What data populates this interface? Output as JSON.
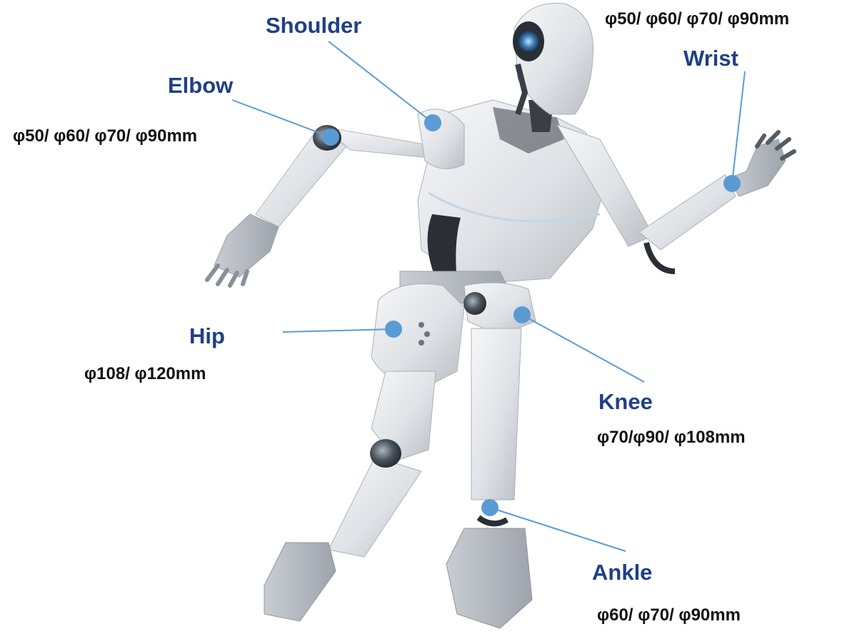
{
  "joints": {
    "shoulder": {
      "name": "Shoulder"
    },
    "wrist": {
      "name": "Wrist",
      "spec": "φ50/ φ60/ φ70/ φ90mm"
    },
    "elbow": {
      "name": "Elbow",
      "spec": "φ50/ φ60/ φ70/ φ90mm"
    },
    "hip": {
      "name": "Hip",
      "spec": "φ108/ φ120mm"
    },
    "knee": {
      "name": "Knee",
      "spec": "φ70/φ90/ φ108mm"
    },
    "ankle": {
      "name": "Ankle",
      "spec": "φ60/ φ70/ φ90mm"
    }
  },
  "colors": {
    "title": "#1f3f88",
    "leader": "#5b9bd5",
    "dot": "#5b9bd5",
    "spec": "#111111",
    "robot_shell": "#e8eaed",
    "robot_joint": "#3a3f47"
  },
  "figure": {
    "subject": "humanoid-robot-running",
    "illustration": "robot-illustration"
  }
}
